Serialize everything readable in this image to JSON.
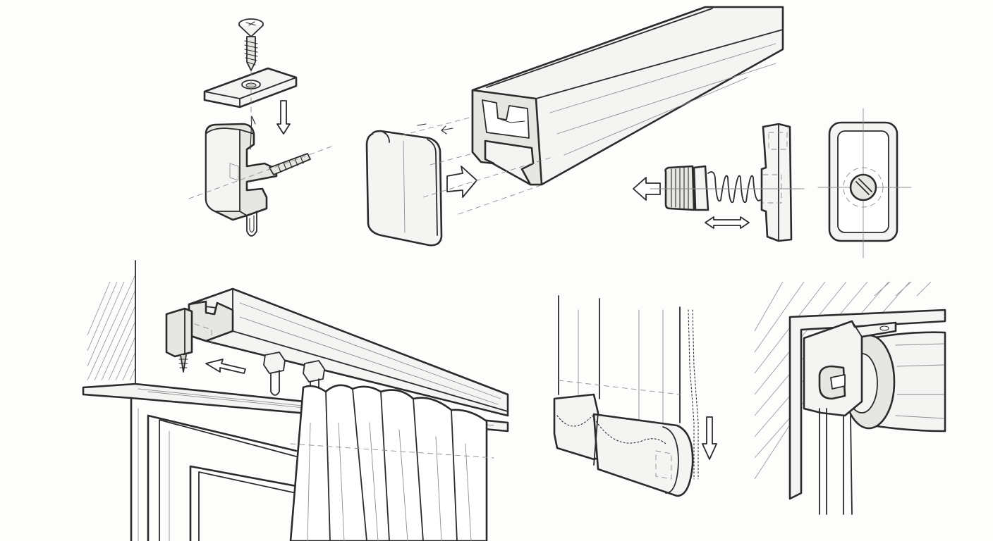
{
  "sheet": {
    "background": "#fdfdfc",
    "ink": "#2b2b2b",
    "style": "pencil-sketch"
  },
  "figures": [
    {
      "id": "bracket-clip-assembly",
      "icon": "screw-icon"
    },
    {
      "id": "rail-profile-end-cap",
      "icon": "end-cap-icon"
    },
    {
      "id": "spring-stop-plug",
      "icon": "spring-icon"
    },
    {
      "id": "end-plate-front-view",
      "icon": "slotted-screw-icon"
    },
    {
      "id": "ceiling-rail-with-curtain",
      "icon": "curtain-icon"
    },
    {
      "id": "roller-blind-chain-bottom",
      "icon": "chain-icon"
    },
    {
      "id": "roller-blind-bracket",
      "icon": "roller-icon"
    }
  ]
}
